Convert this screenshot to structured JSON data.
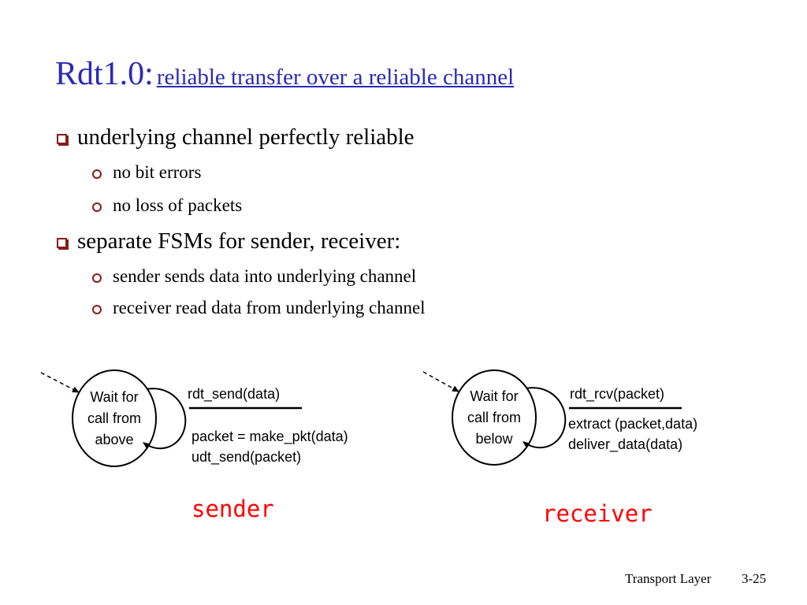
{
  "title": {
    "main": "Rdt1.0:",
    "sub": "reliable transfer over a reliable channel"
  },
  "bullets": [
    {
      "text": "underlying channel perfectly reliable",
      "sub": [
        "no bit errors",
        "no loss of packets"
      ]
    },
    {
      "text": "separate FSMs for sender, receiver:",
      "sub": [
        "sender sends data into underlying channel",
        "receiver read data from underlying channel"
      ]
    }
  ],
  "sender": {
    "state_lines": [
      "Wait for",
      "call from",
      "above"
    ],
    "event": "rdt_send(data)",
    "actions": [
      "packet = make_pkt(data)",
      "udt_send(packet)"
    ],
    "role_label": "sender"
  },
  "receiver": {
    "state_lines": [
      "Wait for",
      "call from",
      "below"
    ],
    "event": "rdt_rcv(packet)",
    "actions": [
      "extract (packet,data)",
      "deliver_data(data)"
    ],
    "role_label": "receiver"
  },
  "footer": {
    "section": "Transport Layer",
    "page": "3-25"
  },
  "colors": {
    "title": "#2a2ab6",
    "bullet_marker": "#8b1a1a",
    "role_label": "#ff0000"
  }
}
